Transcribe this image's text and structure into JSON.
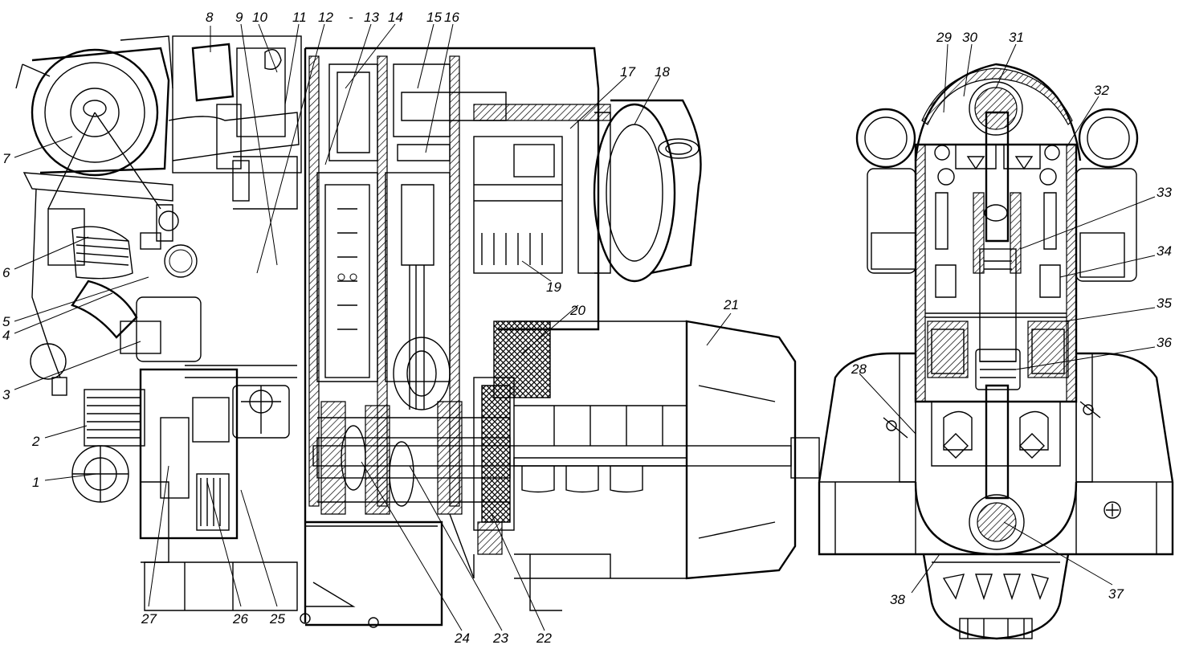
{
  "drawing": {
    "views": [
      "side-section",
      "cross-section"
    ],
    "labels": [
      "1",
      "2",
      "3",
      "4",
      "5",
      "6",
      "7",
      "8",
      "9",
      "10",
      "11",
      "12",
      "13",
      "14",
      "15",
      "16",
      "17",
      "18",
      "19",
      "20",
      "21",
      "22",
      "23",
      "24",
      "25",
      "26",
      "27",
      "28",
      "29",
      "30",
      "31",
      "32",
      "33",
      "34",
      "35",
      "36",
      "37",
      "38"
    ],
    "stray_mark": "-"
  }
}
